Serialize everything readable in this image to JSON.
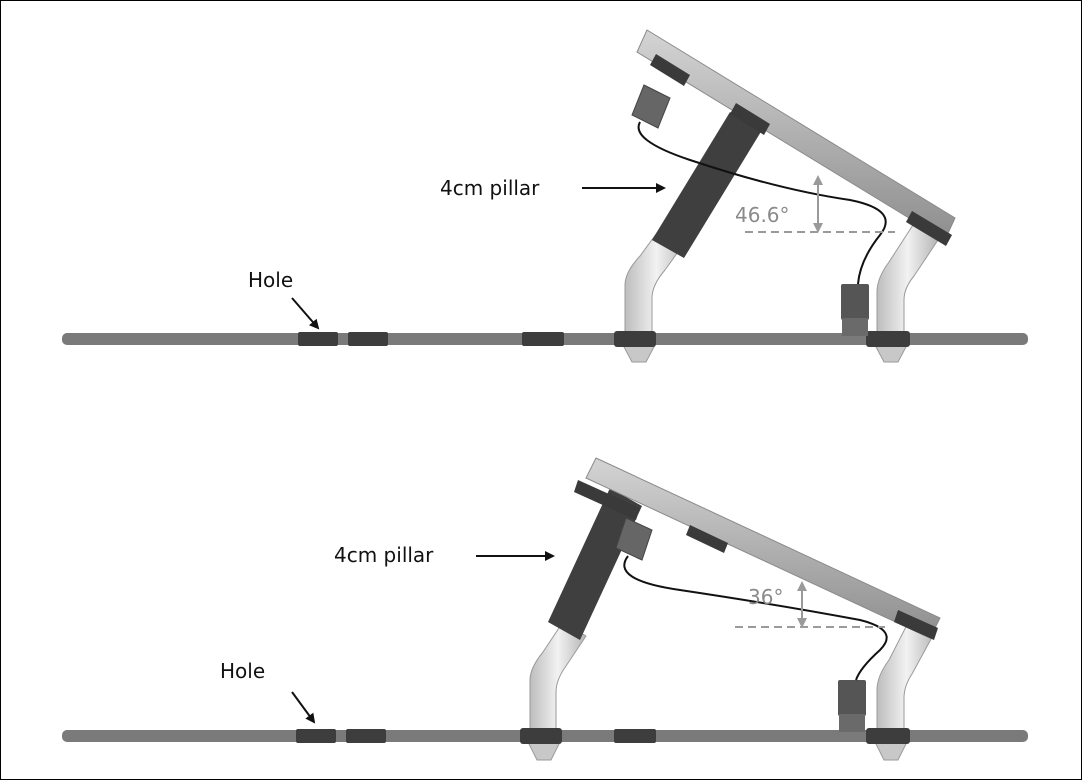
{
  "panels": [
    {
      "pillar_label": "4cm pillar",
      "hole_label": "Hole",
      "angle_label": "46.6°",
      "angle_deg": 46.6
    },
    {
      "pillar_label": "4cm pillar",
      "hole_label": "Hole",
      "angle_label": "36°",
      "angle_deg": 36
    }
  ],
  "colors": {
    "base_bar": "#7a7a7a",
    "hole_block": "#3d3d3d",
    "panel_body": "#b4b4b4",
    "pillar": "#3f3f3f",
    "elbow": "#d6d6d6",
    "cable": "#111111",
    "angle_marker": "#9a9a9a"
  }
}
